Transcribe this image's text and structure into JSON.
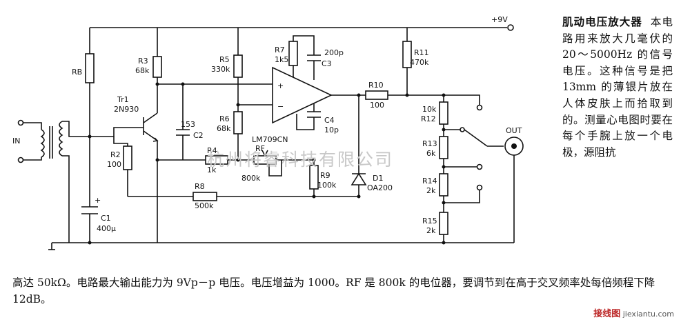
{
  "schematic": {
    "supply": "+9V",
    "input_label": "IN",
    "output_label": "OUT",
    "op_amp": "LM709CN",
    "plus_sign": "+",
    "minus_sign": "−",
    "components": {
      "rb": "RB",
      "r3": [
        "R3",
        "68k"
      ],
      "tr1": [
        "Tr1",
        "2N930"
      ],
      "r2": [
        "R2",
        "100"
      ],
      "c1": [
        "C1",
        "400μ"
      ],
      "c2": [
        "153",
        "C2"
      ],
      "r5": [
        "R5",
        "330k"
      ],
      "r6": [
        "R6",
        "68k"
      ],
      "r7": [
        "R7",
        "1k5"
      ],
      "c3": [
        "200p",
        "C3"
      ],
      "c4": [
        "C4",
        "10p"
      ],
      "r4": [
        "R4",
        "1k"
      ],
      "rf": [
        "RF",
        "800k"
      ],
      "r9": [
        "R9",
        "100k"
      ],
      "r8": [
        "R8",
        "500k"
      ],
      "r10": [
        "R10",
        "100"
      ],
      "d1": [
        "D1",
        "OA200"
      ],
      "r11": [
        "R11",
        "470k"
      ],
      "r12": [
        "10k",
        "R12"
      ],
      "r13": [
        "R13",
        "6k"
      ],
      "r14": [
        "R14",
        "2k"
      ],
      "r15": [
        "R15",
        "2k"
      ]
    }
  },
  "description": {
    "title": "肌动电压放大器",
    "side_body": "本电路用来放大几毫伏的 20～5000Hz 的信号电压。这种信号是把 13mm 的薄银片放在人体皮肤上而拾取到的。测量心电图时要在每个手腕上放一个电极，源阻抗",
    "bottom_body": "高达 50kΩ。电路最大输出能力为 9Vp－p 电压。电压增益为 1000。RF 是 800k 的电位器，要调节到在高于交叉频率处每倍频程下降 12dB。"
  },
  "watermark": "杭州将睿科技有限公司",
  "footer": {
    "brand": "接线图",
    "site": "jiexiantu.com"
  }
}
